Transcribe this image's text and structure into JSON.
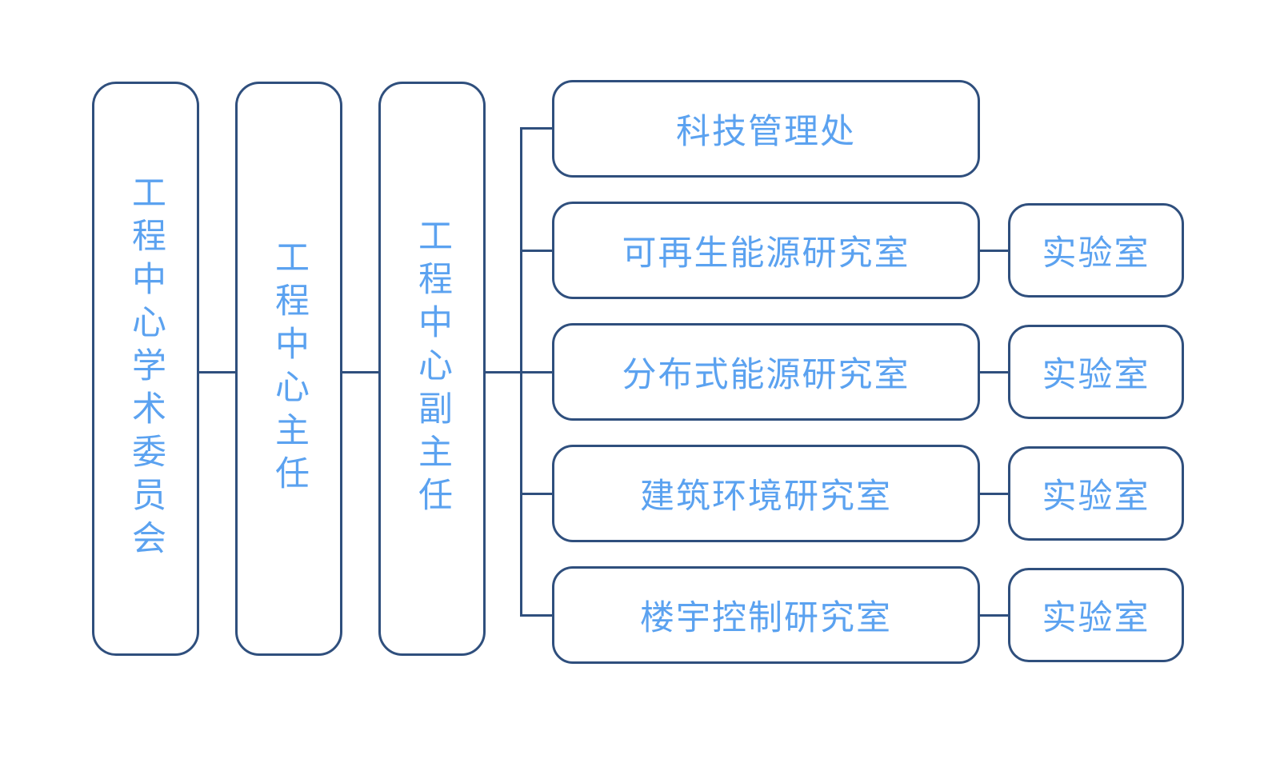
{
  "diagram": {
    "type": "org-chart",
    "colors": {
      "background": "#ffffff",
      "node_border": "#2f4f7d",
      "node_text": "#5ba2f0",
      "connector": "#2f4f7d"
    },
    "governance_nodes": [
      {
        "label": "工程中心学术委员会"
      },
      {
        "label": "工程中心主任"
      },
      {
        "label": "工程中心副主任"
      }
    ],
    "departments": [
      {
        "label": "科技管理处",
        "has_lab": false
      },
      {
        "label": "可再生能源研究室",
        "has_lab": true,
        "lab_label": "实验室"
      },
      {
        "label": "分布式能源研究室",
        "has_lab": true,
        "lab_label": "实验室"
      },
      {
        "label": "建筑环境研究室",
        "has_lab": true,
        "lab_label": "实验室"
      },
      {
        "label": "楼宇控制研究室",
        "has_lab": true,
        "lab_label": "实验室"
      }
    ],
    "hierarchy_note": "工程中心学术委员会 — 工程中心主任 — 工程中心副主任 — departments — labs"
  }
}
